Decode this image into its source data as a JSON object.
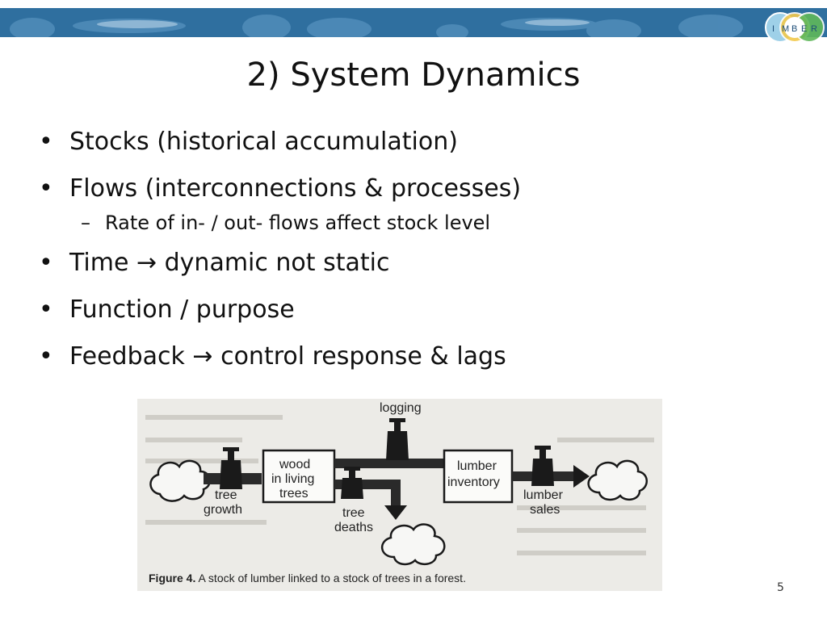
{
  "banner": {
    "logo_letters": [
      "I",
      "M",
      "B",
      "E",
      "R"
    ]
  },
  "slide": {
    "title": "2) System Dynamics",
    "bullets": [
      {
        "level": 1,
        "text": "Stocks (historical accumulation)"
      },
      {
        "level": 1,
        "text": "Flows (interconnections & processes)"
      },
      {
        "level": 2,
        "text": "Rate of in- / out- flows affect stock level"
      },
      {
        "level": 1,
        "text": "Time → dynamic not static"
      },
      {
        "level": 1,
        "text": "Function / purpose"
      },
      {
        "level": 1,
        "text": "Feedback → control response & lags"
      }
    ],
    "page_number": "5"
  },
  "figure": {
    "labels": {
      "logging": "logging",
      "wood_1": "wood",
      "wood_2": "in living",
      "wood_3": "trees",
      "tree_growth_1": "tree",
      "tree_growth_2": "growth",
      "tree_deaths_1": "tree",
      "tree_deaths_2": "deaths",
      "lumber_inv_1": "lumber",
      "lumber_inv_2": "inventory",
      "lumber_sales_1": "lumber",
      "lumber_sales_2": "sales"
    },
    "caption_bold": "Figure 4.",
    "caption_text": " A stock of lumber linked to a stock of trees in a forest."
  }
}
